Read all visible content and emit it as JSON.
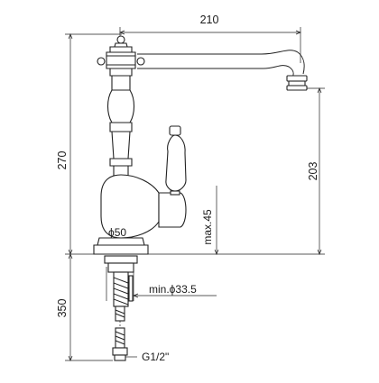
{
  "dimensions": {
    "spout_reach": "210",
    "total_height": "270",
    "spout_height": "203",
    "base_diameter": "ϕ50",
    "handle_angle": "max.45",
    "hole_diameter": "min.ϕ33.5",
    "hose_length": "350",
    "connection_thread": "G1/2\""
  }
}
